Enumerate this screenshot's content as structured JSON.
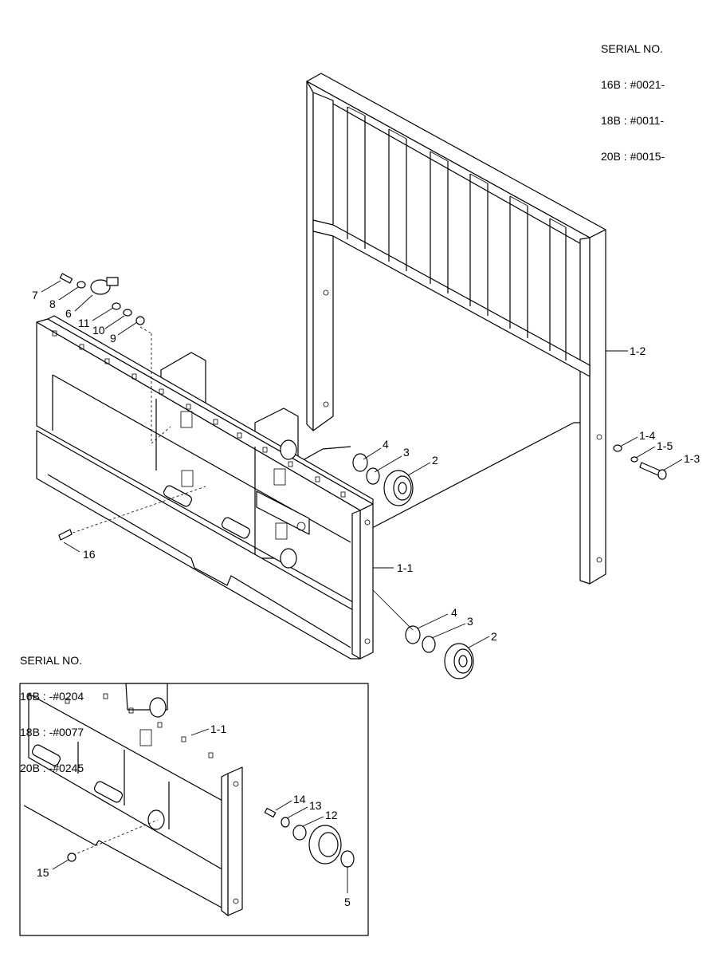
{
  "serial_top": {
    "title": "SERIAL NO.",
    "lines": [
      "16B : #0021-",
      "18B : #0011-",
      "20B : #0015-"
    ]
  },
  "serial_inset": {
    "title": "SERIAL NO.",
    "lines": [
      "16B : -#0204",
      "18B : -#0077",
      "20B : -#0245"
    ]
  },
  "callouts": {
    "c7": "7",
    "c8": "8",
    "c6": "6",
    "c11": "11",
    "c10": "10",
    "c9": "9",
    "c1_2": "1-2",
    "c1_4": "1-4",
    "c1_5": "1-5",
    "c1_3": "1-3",
    "c4a": "4",
    "c3a": "3",
    "c2a": "2",
    "c16": "16",
    "c1_1a": "1-1",
    "c4b": "4",
    "c3b": "3",
    "c2b": "2",
    "c1_1b": "1-1",
    "c14": "14",
    "c13": "13",
    "c12": "12",
    "c15": "15",
    "c5": "5"
  }
}
